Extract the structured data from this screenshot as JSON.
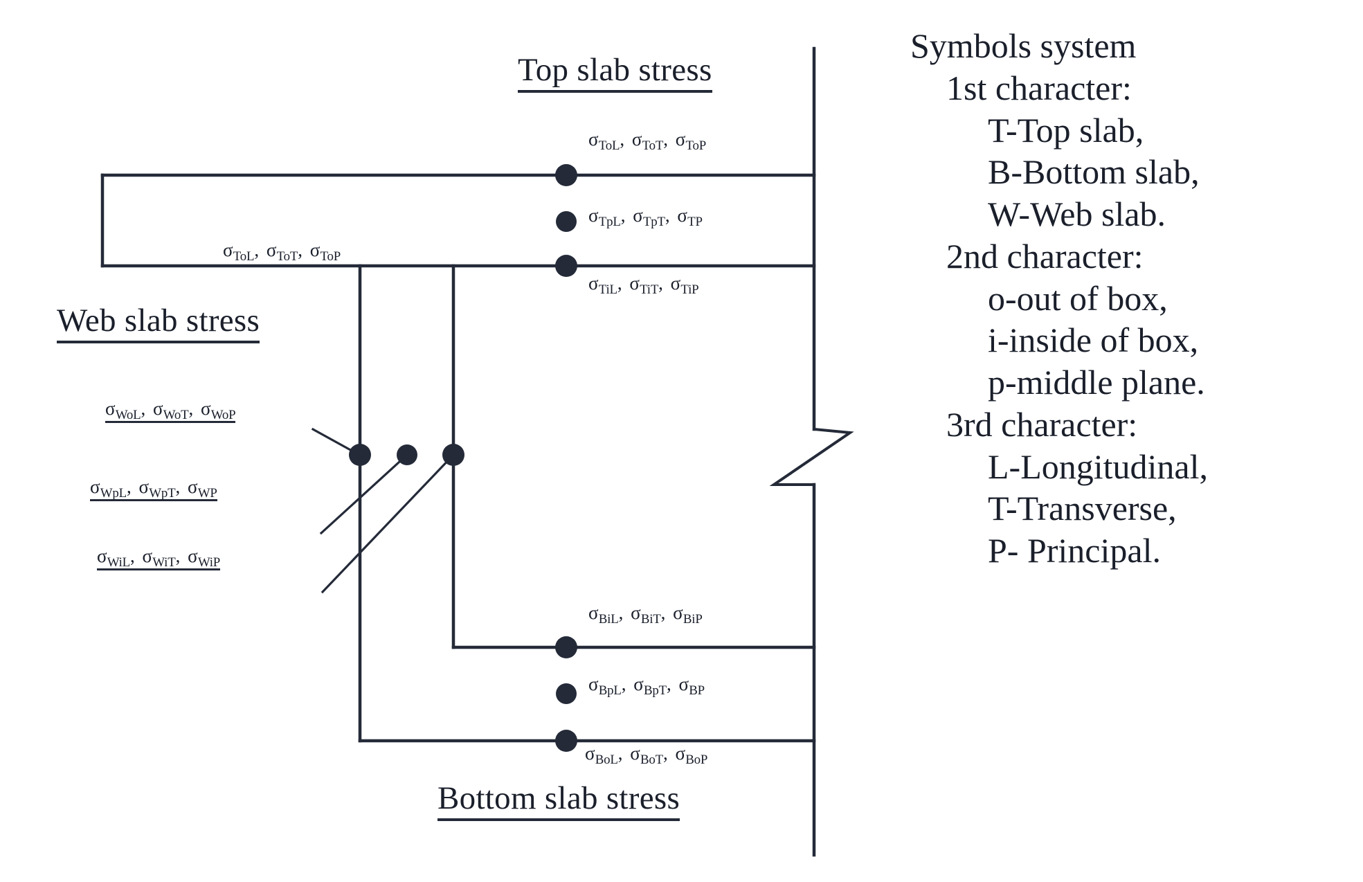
{
  "figure": {
    "kind": "box-girder-cross-section-stress-point-diagram",
    "line_color": "#242a38",
    "dot_color": "#242a38",
    "background": "#ffffff"
  },
  "headings": {
    "top": "Top slab stress",
    "web": "Web slab stress",
    "bottom": "Bottom slab stress"
  },
  "top_slab_labels": [
    {
      "id": "top-outer",
      "text": "σToL, σToT, σToP"
    },
    {
      "id": "top-middle",
      "text": "σTpL, σTpT, σTP"
    },
    {
      "id": "top-inner",
      "text": "σTiL, σTiT, σTiP"
    }
  ],
  "top_slab_label_parts": [
    {
      "id": "top-outer",
      "items": [
        {
          "base": "σ",
          "sub": "ToL"
        },
        {
          "base": "σ",
          "sub": "ToT"
        },
        {
          "base": "σ",
          "sub": "ToP"
        }
      ]
    },
    {
      "id": "top-middle",
      "items": [
        {
          "base": "σ",
          "sub": "TpL"
        },
        {
          "base": "σ",
          "sub": "TpT"
        },
        {
          "base": "σ",
          "sub": "TP"
        }
      ]
    },
    {
      "id": "top-inner",
      "items": [
        {
          "base": "σ",
          "sub": "TiL"
        },
        {
          "base": "σ",
          "sub": "TiT"
        },
        {
          "base": "σ",
          "sub": "TiP"
        }
      ]
    }
  ],
  "top_slab_outer_repeat": {
    "id": "top-outer-repeat",
    "text": "σToL, σToT, σToP"
  },
  "web_slab_labels": [
    {
      "id": "web-outer",
      "text": "σWoL, σWoT, σWoP"
    },
    {
      "id": "web-middle",
      "text": "σWpL, σWpT, σWP"
    },
    {
      "id": "web-inner",
      "text": "σWiL, σWiT, σWiP"
    }
  ],
  "bottom_slab_labels": [
    {
      "id": "bottom-inner",
      "text": "σBiL, σBiT, σBiP"
    },
    {
      "id": "bottom-middle",
      "text": "σBpL, σBpT, σBP"
    },
    {
      "id": "bottom-outer",
      "text": "σBoL, σBoT, σBoP"
    }
  ],
  "legend": {
    "title": "Symbols system",
    "groups": [
      {
        "header": "1st character:",
        "items": [
          "T-Top slab,",
          "B-Bottom slab,",
          "W-Web slab."
        ]
      },
      {
        "header": "2nd character:",
        "items": [
          "o-out of box,",
          "i-inside of box,",
          "p-middle plane."
        ]
      },
      {
        "header": "3rd character:",
        "items": [
          "L-Longitudinal,",
          "T-Transverse,",
          "P- Principal."
        ]
      }
    ]
  },
  "measurement_points": {
    "count": 9,
    "groups": [
      "top-slab",
      "web-slab",
      "bottom-slab"
    ],
    "per_group": 3
  }
}
